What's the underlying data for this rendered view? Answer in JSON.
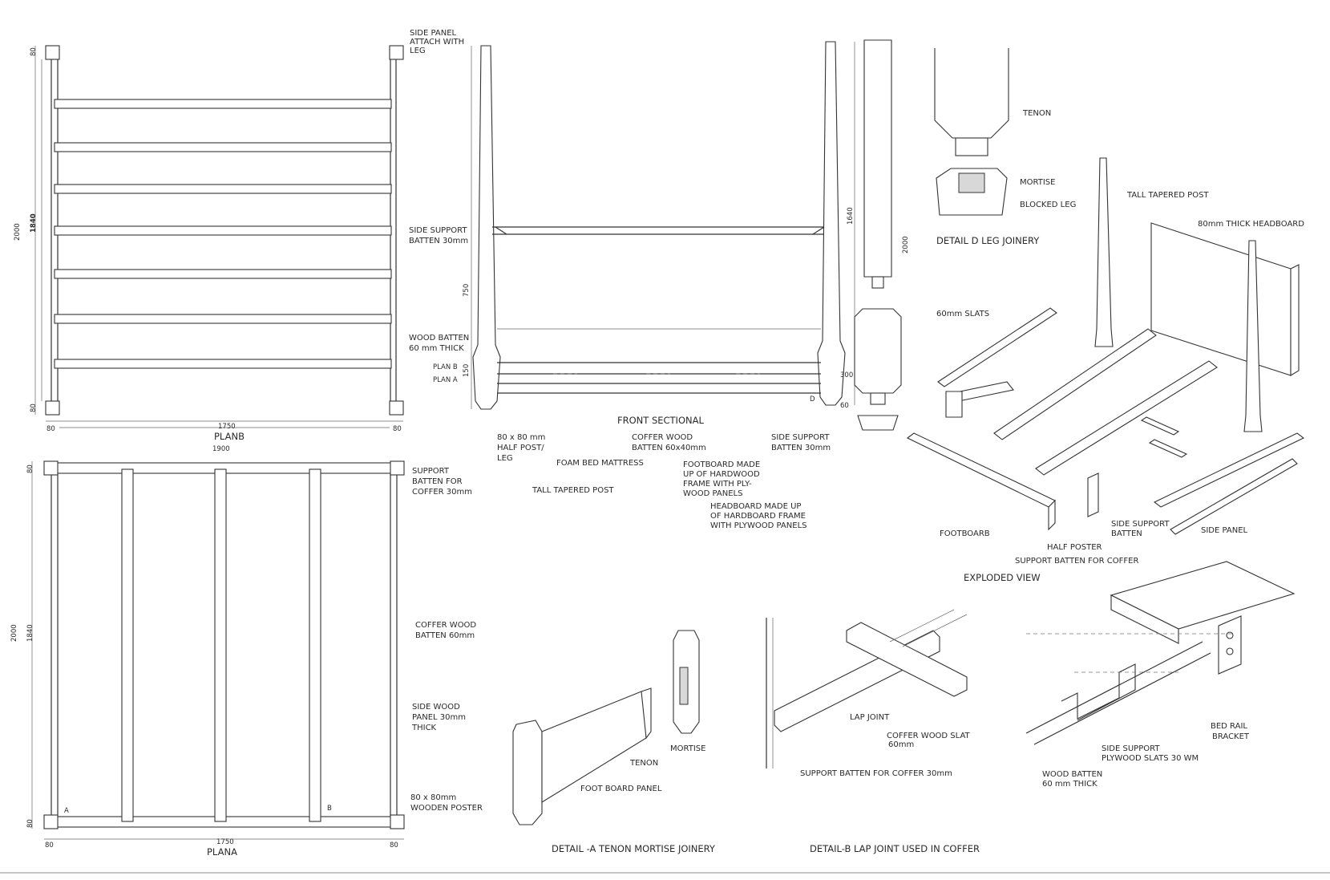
{
  "plan_b": {
    "title": "PLANB",
    "dim_overall_width": "1900",
    "dim_inner_width": "1750",
    "dim_overall_length": "2000",
    "dim_inner_length": "1840",
    "dim_leg_top": "80",
    "dim_leg_bottom": "80",
    "dim_leg_left": "80",
    "dim_leg_right": "80",
    "label_side_panel": [
      "SIDE PANEL",
      "ATTACH WITH",
      "LEG"
    ],
    "label_side_support": [
      "SIDE SUPPORT",
      "BATTEN 30mm"
    ],
    "label_wood_batten": [
      "WOOD BATTEN",
      "60 mm THICK"
    ]
  },
  "plan_a": {
    "title": "PLANA",
    "dim_overall_width": "1900",
    "dim_inner_width": "1750",
    "dim_overall_length": "2000",
    "dim_inner_length": "1840",
    "dim_leg_top": "80",
    "dim_leg_bottom": "80",
    "dim_leg_left": "80",
    "dim_leg_right": "80",
    "marker_a": "A",
    "marker_b": "B",
    "label_support_batten": [
      "SUPPORT",
      "BATTEN FOR",
      "COFFER 30mm"
    ],
    "label_coffer_batten": [
      "COFFER WOOD",
      "BATTEN 60mm"
    ],
    "label_side_panel": [
      "SIDE WOOD",
      "PANEL 30mm",
      "THICK"
    ],
    "label_poster": [
      "80 x 80mm",
      "WOODEN POSTER"
    ]
  },
  "front_section": {
    "title": "FRONT SECTIONAL",
    "plan_b_marker": "PLAN B",
    "plan_a_marker": "PLAN A",
    "marker_d": "D",
    "dim_post_lower": "750",
    "dim_rail": "150",
    "dim_post_upper": "1640",
    "dim_post_total": "2000",
    "dim_block": "300",
    "dim_foot": "60",
    "label_half_post": [
      "80 x 80 mm",
      "HALF POST/",
      "LEG"
    ],
    "label_foam": "FOAM BED MATTRESS",
    "label_tall_post": "TALL TAPERED POST",
    "label_coffer": [
      "COFFER WOOD",
      "BATTEN 60x40mm"
    ],
    "label_footboard": [
      "FOOTBOARD MADE",
      "UP OF HARDWOOD",
      "FRAME WITH PLY-",
      "WOOD PANELS"
    ],
    "label_headboard": [
      "HEADBOARD MADE UP",
      "OF HARDBOARD FRAME",
      "WITH PLYWOOD PANELS"
    ],
    "label_side_support": [
      "SIDE SUPPORT",
      "BATTEN 30mm"
    ]
  },
  "detail_d": {
    "title": "DETAIL D LEG JOINERY",
    "label_tenon": "TENON",
    "label_mortise": "MORTISE",
    "label_blocked_leg": "BLOCKED LEG"
  },
  "exploded": {
    "title": "EXPLODED VIEW",
    "label_tall_post": "TALL TAPERED POST",
    "label_headboard": "80mm THICK HEADBOARD",
    "label_slats": "60mm SLATS",
    "label_footboard": "FOOTBOARB",
    "label_half_poster": "HALF POSTER",
    "label_side_support": [
      "SIDE SUPPORT",
      "BATTEN"
    ],
    "label_side_panel": "SIDE PANEL",
    "label_coffer_support": "SUPPORT BATTEN FOR COFFER"
  },
  "detail_a": {
    "title": "DETAIL -A TENON MORTISE JOINERY",
    "label_tenon": "TENON",
    "label_mortise": "MORTISE",
    "label_panel": "FOOT BOARD PANEL"
  },
  "detail_b": {
    "title": "DETAIL-B LAP JOINT USED IN COFFER",
    "label_lap": "LAP JOINT",
    "label_slat": [
      "COFFER WOOD SLAT",
      "60mm"
    ],
    "label_support": "SUPPORT BATTEN FOR COFFER 30mm"
  },
  "detail_c": {
    "label_bracket": [
      "BED RAIL",
      "BRACKET"
    ],
    "label_side_support": [
      "SIDE SUPPORT",
      "PLYWOOD SLATS 30 WM"
    ],
    "label_batten": [
      "WOOD BATTEN",
      "60 mm THICK"
    ]
  }
}
